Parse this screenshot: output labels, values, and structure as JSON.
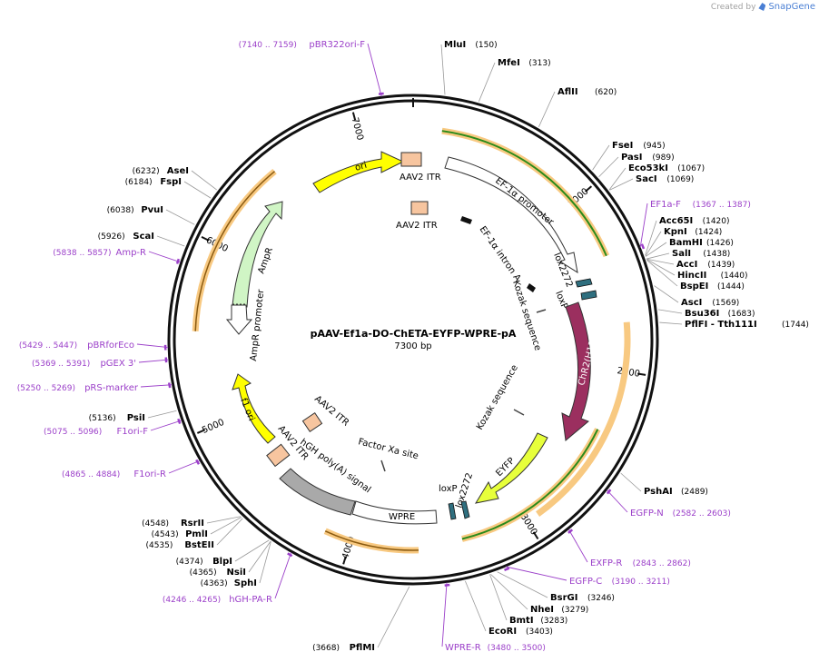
{
  "credit": {
    "prefix": "Created by",
    "brand": "SnapGene"
  },
  "plasmid": {
    "name": "pAAV-Ef1a-DO-ChETA-EYFP-WPRE-pA",
    "size_label": "7300 bp",
    "length": 7300
  },
  "ticks": [
    "1000",
    "2000",
    "3000",
    "4000",
    "5000",
    "6000",
    "7000"
  ],
  "enzymes": [
    {
      "name": "MluI",
      "pos": "(150)"
    },
    {
      "name": "MfeI",
      "pos": "(313)"
    },
    {
      "name": "AflII",
      "pos": "(620)"
    },
    {
      "name": "FseI",
      "pos": "(945)"
    },
    {
      "name": "PasI",
      "pos": "(989)"
    },
    {
      "name": "Eco53kI",
      "pos": "(1067)"
    },
    {
      "name": "SacI",
      "pos": "(1069)"
    },
    {
      "name": "Acc65I",
      "pos": "(1420)"
    },
    {
      "name": "KpnI",
      "pos": "(1424)"
    },
    {
      "name": "BamHI",
      "pos": "(1426)"
    },
    {
      "name": "SalI",
      "pos": "(1438)"
    },
    {
      "name": "AccI",
      "pos": "(1439)"
    },
    {
      "name": "HincII",
      "pos": "(1440)"
    },
    {
      "name": "BspEI",
      "pos": "(1444)"
    },
    {
      "name": "AscI",
      "pos": "(1569)"
    },
    {
      "name": "Bsu36I",
      "pos": "(1683)"
    },
    {
      "name": "PflFI - Tth111I",
      "pos": "(1744)"
    },
    {
      "name": "PshAI",
      "pos": "(2489)"
    },
    {
      "name": "BsrGI",
      "pos": "(3246)"
    },
    {
      "name": "NheI",
      "pos": "(3279)"
    },
    {
      "name": "BmtI",
      "pos": "(3283)"
    },
    {
      "name": "EcoRI",
      "pos": "(3403)"
    },
    {
      "name": "PflMI",
      "pos": "(3668)"
    },
    {
      "name": "SphI",
      "pos": "(4363)"
    },
    {
      "name": "NsiI",
      "pos": "(4365)"
    },
    {
      "name": "BlpI",
      "pos": "(4374)"
    },
    {
      "name": "BstEII",
      "pos": "(4535)"
    },
    {
      "name": "PmlI",
      "pos": "(4543)"
    },
    {
      "name": "RsrII",
      "pos": "(4548)"
    },
    {
      "name": "PsiI",
      "pos": "(5136)"
    },
    {
      "name": "ScaI",
      "pos": "(5926)"
    },
    {
      "name": "PvuI",
      "pos": "(6038)"
    },
    {
      "name": "FspI",
      "pos": "(6184)"
    },
    {
      "name": "AseI",
      "pos": "(6232)"
    }
  ],
  "primers": [
    {
      "name": "pBR322ori-F",
      "range": "(7140 .. 7159)"
    },
    {
      "name": "EF1a-F",
      "range": "(1367 .. 1387)"
    },
    {
      "name": "EGFP-N",
      "range": "(2582 .. 2603)"
    },
    {
      "name": "EXFP-R",
      "range": "(2843 .. 2862)"
    },
    {
      "name": "EGFP-C",
      "range": "(3190 .. 3211)"
    },
    {
      "name": "WPRE-R",
      "range": "(3480 .. 3500)"
    },
    {
      "name": "hGH-PA-R",
      "range": "(4246 .. 4265)"
    },
    {
      "name": "F1ori-R",
      "range": "(4865 .. 4884)"
    },
    {
      "name": "F1ori-F",
      "range": "(5075 .. 5096)"
    },
    {
      "name": "pRS-marker",
      "range": "(5250 .. 5269)"
    },
    {
      "name": "pGEX 3'",
      "range": "(5369 .. 5391)"
    },
    {
      "name": "pBRforEco",
      "range": "(5429 .. 5447)"
    },
    {
      "name": "Amp-R",
      "range": "(5838 .. 5857)"
    }
  ],
  "features": {
    "ori": "ori",
    "aav2_itr_top": "AAV2 ITR",
    "aav2_itr_inner": "AAV2 ITR",
    "ef1a_promoter": "EF-1α promoter",
    "ef1a_intron": "EF-1α intron A",
    "lox2272_top": "lox2272",
    "loxp_top": "loxP",
    "kozak_top": "Kozak sequence",
    "chr2": "ChR2(H134R)",
    "kozak_bottom": "Kozak sequence",
    "eyfp": "EYFP",
    "lox2272_bottom": "lox2272",
    "loxp_bottom": "loxP",
    "wpre": "WPRE",
    "hgh": "hGH poly(A) signal",
    "factor_xa": "Factor Xa site",
    "aav2_itr_left_inner": "AAV2 ITR",
    "aav2_itr_left": "AAV2 ITR",
    "f1_ori": "f1 ori",
    "ampr": "AmpR",
    "ampr_promoter": "AmpR promoter"
  },
  "colors": {
    "primer": "#9b3fc9",
    "orf_fill": "#ffff00",
    "green_orf": "#d0f5c5",
    "itr": "#f7c59f",
    "chr2": "#9b2f5f",
    "eyfp": "#e7ff3b",
    "highlight": "#f8c981",
    "green_line": "#2a8a1a",
    "lox": "#2f6f7f",
    "wpre_fill": "#ffffff",
    "hgh_fill": "#a9a9a9"
  }
}
